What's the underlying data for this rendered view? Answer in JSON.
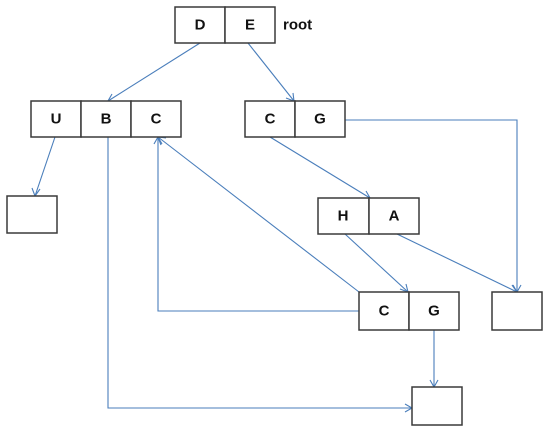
{
  "diagram": {
    "root_label": "root",
    "nodes": {
      "de": [
        "D",
        "E"
      ],
      "ubc": [
        "U",
        "B",
        "C"
      ],
      "cg1": [
        "C",
        "G"
      ],
      "ha": [
        "H",
        "A"
      ],
      "cg2": [
        "C",
        "G"
      ],
      "leaf_left": [],
      "leaf_right": [],
      "leaf_bottom": []
    },
    "edges": [
      {
        "from": "de.D",
        "to": "ubc"
      },
      {
        "from": "de.E",
        "to": "cg1"
      },
      {
        "from": "ubc.U",
        "to": "leaf_left"
      },
      {
        "from": "ubc.B",
        "to": "leaf_bottom"
      },
      {
        "from": "cg1.C",
        "to": "ha"
      },
      {
        "from": "cg1.G",
        "to": "leaf_right"
      },
      {
        "from": "ha.H",
        "to": "cg2"
      },
      {
        "from": "ha.A",
        "to": "leaf_right"
      },
      {
        "from": "cg2.C",
        "to": "ubc.C"
      },
      {
        "from": "cg2.C",
        "to": "ubc.C"
      },
      {
        "from": "cg2.G",
        "to": "leaf_bottom"
      }
    ],
    "colors": {
      "edge": "#4a7ebb",
      "border": "#3a3a3a",
      "text": "#111111"
    }
  }
}
